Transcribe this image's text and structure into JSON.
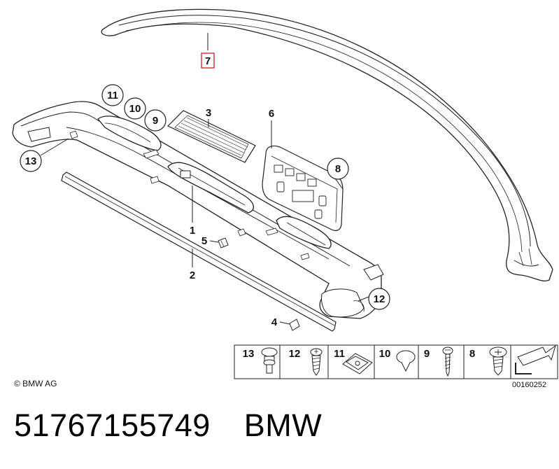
{
  "diagram": {
    "callouts": {
      "c1": "1",
      "c2": "2",
      "c3": "3",
      "c4": "4",
      "c5": "5",
      "c6": "6",
      "c7": "7",
      "c8": "8",
      "c9": "9",
      "c10": "10",
      "c11": "11",
      "c12": "12",
      "c13": "13"
    },
    "legend": {
      "items": [
        {
          "num": "13",
          "icon": "plastic-rivet-icon"
        },
        {
          "num": "12",
          "icon": "self-tapping-screw-icon"
        },
        {
          "num": "11",
          "icon": "clip-nut-icon"
        },
        {
          "num": "10",
          "icon": "round-cap-icon"
        },
        {
          "num": "9",
          "icon": "fillister-screw-icon"
        },
        {
          "num": "8",
          "icon": "pan-head-screw-icon"
        }
      ],
      "nav_icon": "next-arrow-icon"
    },
    "copyright": "© BMW AG",
    "drawing_number": "00160252"
  },
  "footer": {
    "part_number": "51767155749",
    "brand": "BMW"
  }
}
